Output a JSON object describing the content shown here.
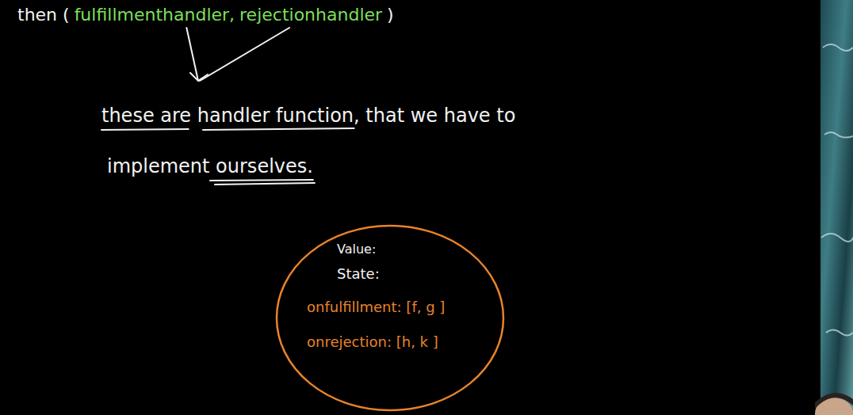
{
  "diagram": {
    "nodes": [
      {
        "text": [
          "Value:",
          "State:",
          "onfulfillment: [f, g ]",
          "onrejection: [h, k ]"
        ]
      }
    ],
    "labels": [
      "then (",
      "fulfillmenthandler,",
      "rejectionhandler",
      ")",
      "these are handler function, that we have to",
      "implement ourselves."
    ]
  }
}
